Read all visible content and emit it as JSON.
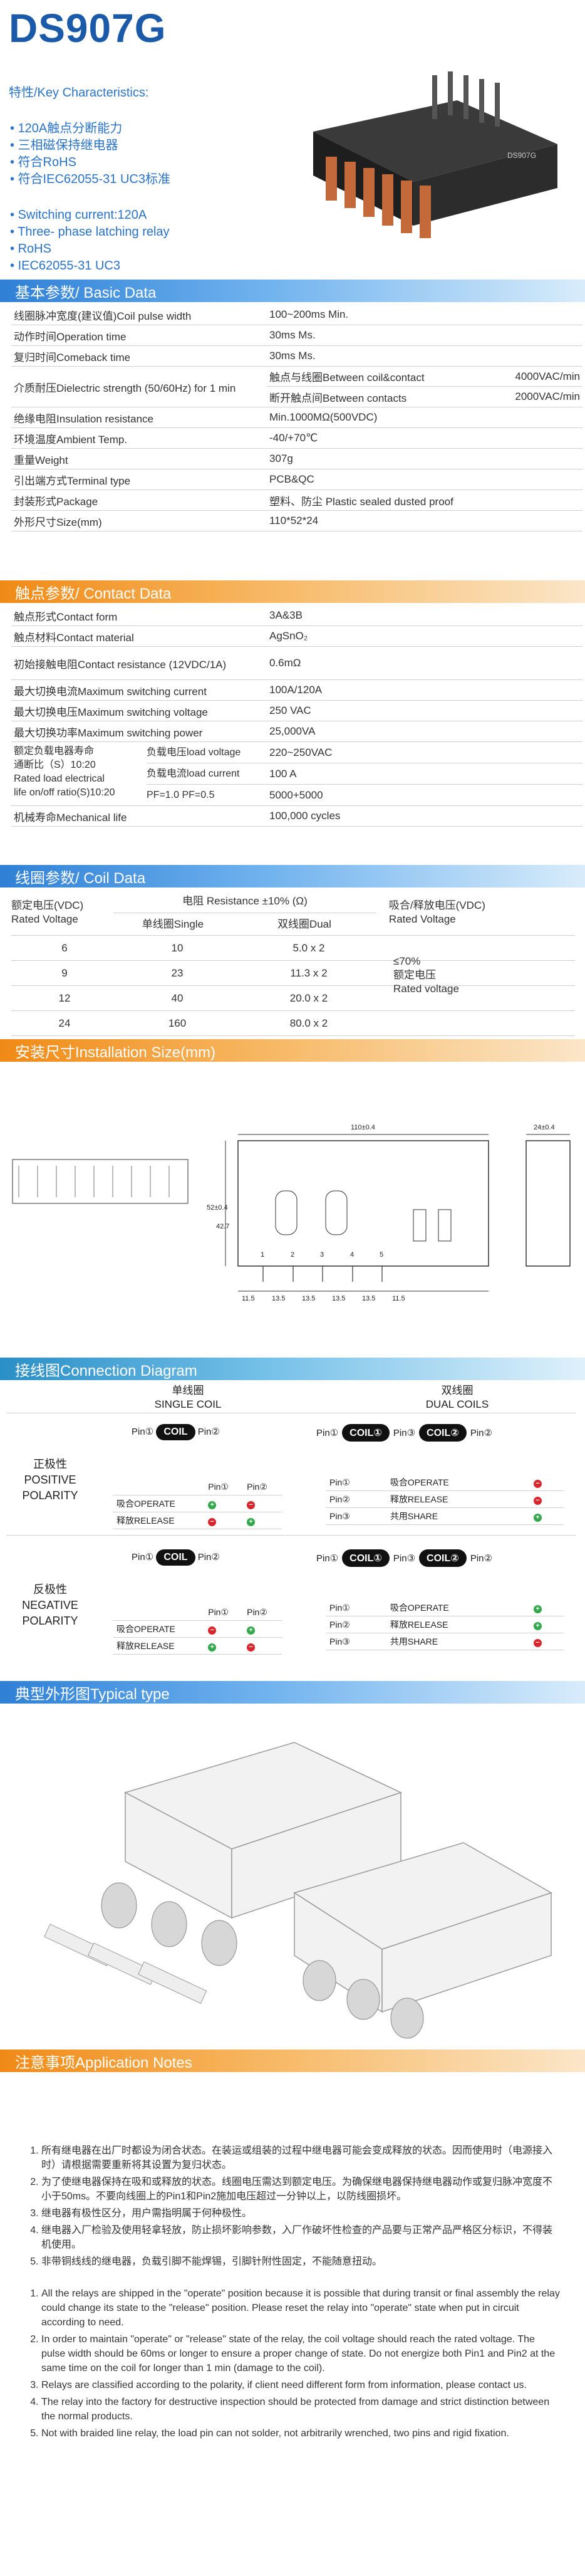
{
  "title": "DS907G",
  "features": {
    "heading": "特性/Key Characteristics:",
    "cn": [
      "120A触点分断能力",
      "三相磁保持继电器",
      "符合RoHS",
      "符合IEC62055-31 UC3标准"
    ],
    "en": [
      "Switching current:120A",
      "Three- phase latching relay",
      "RoHS",
      "IEC62055-31 UC3"
    ]
  },
  "product_label": "DS907G",
  "sections": {
    "basic": "基本参数/ Basic  Data",
    "contact": "触点参数/ Contact Data",
    "coil": "线圈参数/ Coil Data",
    "install": "安装尺寸Installation Size(mm)",
    "connection": "接线图Connection Diagram",
    "typical": "典型外形图Typical type",
    "notes": "注意事项Application Notes"
  },
  "basic": [
    {
      "k": "线圈脉冲宽度(建议值)Coil pulse width",
      "v": "100~200ms Min."
    },
    {
      "k": "动作时间Operation time",
      "v": "30ms Ms."
    },
    {
      "k": "复归时间Comeback time",
      "v": "30ms Ms."
    },
    {
      "k": "介质耐压Dielectric strength (50/60Hz) for 1 min",
      "sub": [
        {
          "a": "触点与线圈Between coil&contact",
          "b": "4000VAC/min"
        },
        {
          "a": "断开触点间Between contacts",
          "b": "2000VAC/min"
        }
      ]
    },
    {
      "k": "绝缘电阻Insulation resistance",
      "v": "Min.1000MΩ(500VDC)"
    },
    {
      "k": "环境温度Ambient Temp.",
      "v": "-40/+70℃"
    },
    {
      "k": "重量Weight",
      "v": "307g"
    },
    {
      "k": "引出端方式Terminal type",
      "v": "PCB&QC"
    },
    {
      "k": "封装形式Package",
      "v": "塑料、防尘 Plastic sealed dusted proof"
    },
    {
      "k": "外形尺寸Size(mm)",
      "v": "110*52*24"
    }
  ],
  "contact": [
    {
      "k": "触点形式Contact form",
      "v": "3A&3B"
    },
    {
      "k": "触点材料Contact material",
      "v": "AgSnO₂"
    },
    {
      "k": "初始接触电阻Contact resistance (12VDC/1A)",
      "v": "0.6mΩ"
    },
    {
      "k": "最大切换电流Maximum switching current",
      "v": "100A/120A"
    },
    {
      "k": "最大切换电压Maximum switching voltage",
      "v": "250 VAC"
    },
    {
      "k": "最大切换功率Maximum switching power",
      "v": "25,000VA"
    }
  ],
  "life": {
    "left": [
      "额定负载电器寿命",
      "通断比（S）10:20",
      "Rated load electrical",
      "life on/off ratio(S)10:20"
    ],
    "rows": [
      {
        "a": "负载电压load voltage",
        "b": "220~250VAC"
      },
      {
        "a": "负载电流load current",
        "b": "100 A"
      },
      {
        "a": "PF=1.0 PF=0.5",
        "b": "5000+5000"
      }
    ],
    "mech_k": "机械寿命Mechanical life",
    "mech_v": "100,000 cycles"
  },
  "coil_table": {
    "h_rated": [
      "额定电压(VDC)",
      "Rated Voltage"
    ],
    "h_res": "电阻 Resistance ±10% (Ω)",
    "h_single": "单线圈Single",
    "h_dual": "双线圈Dual",
    "h_pick": [
      "吸合/释放电压(VDC)",
      "Rated Voltage"
    ],
    "rows": [
      {
        "v": "6",
        "s": "10",
        "d": "5.0 x 2"
      },
      {
        "v": "9",
        "s": "23",
        "d": "11.3 x 2"
      },
      {
        "v": "12",
        "s": "40",
        "d": "20.0 x 2"
      },
      {
        "v": "24",
        "s": "160",
        "d": "80.0 x 2"
      }
    ],
    "pick_text": [
      "≤70%",
      "额定电压",
      "Rated voltage"
    ]
  },
  "dims": {
    "length": "110±0.4",
    "width": "24±0.4",
    "height": "52±0.4",
    "h2": "42.7",
    "pitch": [
      "11.5",
      "13.5",
      "13.5",
      "13.5",
      "13.5",
      "11.5"
    ],
    "pins": [
      "1",
      "2",
      "3",
      "4",
      "5"
    ]
  },
  "connection": {
    "single_head": [
      "单线圈",
      "SINGLE COIL"
    ],
    "dual_head": [
      "双线圈",
      "DUAL COILS"
    ],
    "positive": [
      "正极性",
      "POSITIVE",
      "POLARITY"
    ],
    "negative": [
      "反极性",
      "NEGATIVE",
      "POLARITY"
    ],
    "coil_label": "COIL",
    "coil1": "COIL①",
    "coil2": "COIL②",
    "pin1": "Pin①",
    "pin2": "Pin②",
    "pin3": "Pin③",
    "op": "吸合OPERATE",
    "rel": "释放RELEASE",
    "share": "共用SHARE",
    "sign_plus": "+",
    "sign_minus": "−",
    "d_minus": "-",
    "d_plus": "+"
  },
  "notes": {
    "cn": [
      "所有继电器在出厂时都设为闭合状态。在装运或组装的过程中继电器可能会变成释放的状态。因而使用时（电源接入时）请根据需要重新将其设置为复归状态。",
      "为了使继电器保持在吸和或释放的状态。线圈电压需达到额定电压。为确保继电器保持继电器动作或复归脉冲宽度不小于50ms。不要向线圈上的Pin1和Pin2施加电压超过一分钟以上，以防线圈损坏。",
      "继电器有极性区分，用户需指明属于何种极性。",
      "继电器入厂检验及使用轻拿轻放，防止损坏影响参数，入厂作破坏性检查的产品要与正常产品严格区分标识，不得装机使用。",
      "非带铜线线的继电器，负载引脚不能焊锡，引脚针附性固定，不能随意扭动。"
    ],
    "en": [
      "All the relays are shipped in the \"operate\" position because it is possible that during transit or  final assembly the relay could change its state to the \"release\" position. Please reset the relay into \"operate\" state when put in circuit according to need.",
      "In order to maintain \"operate\" or \"release\" state of the relay, the coil voltage should reach the rated voltage. The pulse width should be 60ms or longer to ensure a proper change of state. Do not energize both Pin1 and Pin2 at the same time on the coil for longer than 1 min (damage to the coil).",
      "Relays are classified according to the polarity, if client need different form from information, please contact us.",
      "The relay into the factory for destructive inspection should be protected from damage and strict distinction between the normal products.",
      "Not with braided line relay, the load pin can not solder, not arbitrarily wrenched, two pins and rigid fixation."
    ]
  }
}
